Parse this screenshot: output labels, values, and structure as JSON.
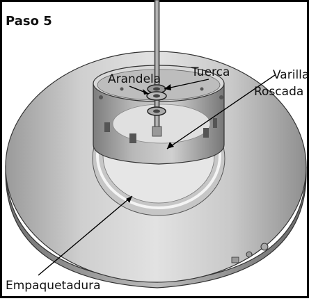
{
  "step_title": "Paso 5",
  "labels": {
    "arandela": "Arandela",
    "tuerca": "Tuerca",
    "varilla": "Varilla",
    "roscada": "Roscada",
    "empaquetadura": "Empaquetadura"
  }
}
